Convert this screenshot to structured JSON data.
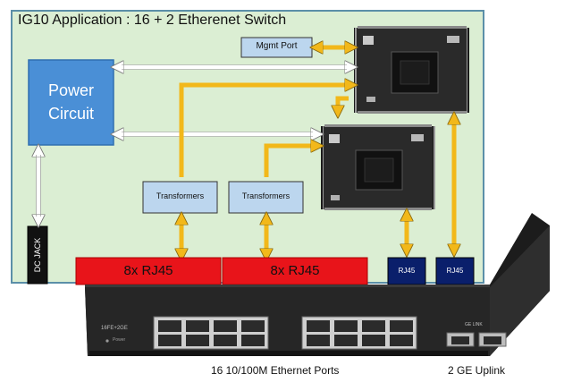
{
  "title": "IG10 Application : 16 + 2 Etherenet Switch",
  "blocks": {
    "power": "Power Circuit",
    "power_line1": "Power",
    "power_line2": "Circuit",
    "mgmt": "Mgmt Port",
    "transformer_left": "Transformers",
    "transformer_right": "Transformers",
    "dc_jack": "DC JACK",
    "rj45_bank_left": "8x RJ45",
    "rj45_bank_right": "8x RJ45",
    "rj45_single_left": "RJ45",
    "rj45_single_right": "RJ45"
  },
  "device": {
    "model_label": "16FE+2GE",
    "power_label": "Power",
    "uplink_label": "GE LINK"
  },
  "captions": {
    "ports": "16 10/100M Ethernet Ports",
    "uplink": "2 GE Uplink"
  },
  "colors": {
    "panel_bg": "#dbeed3",
    "panel_border": "#5b8fa8",
    "power_fill": "#4a8fd6",
    "block_fill": "#bcd6ee",
    "rj45_red": "#e8141a",
    "rj45_navy": "#0a1f6b",
    "arrow_fill": "#f2b81a",
    "arrow_plain": "#ffffff"
  }
}
